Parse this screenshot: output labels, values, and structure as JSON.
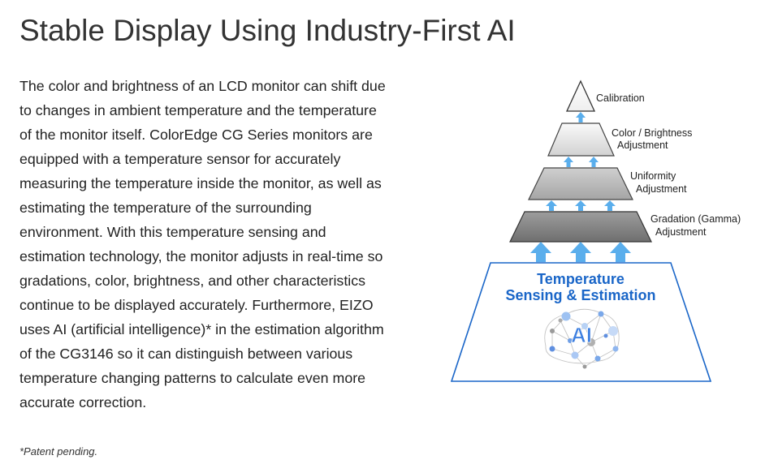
{
  "title": "Stable Display Using Industry-First AI",
  "body_lines": [
    "The color and brightness of an LCD monitor can shift due",
    "to changes in ambient temperature and the temperature",
    "of the monitor itself. ColorEdge CG Series monitors are",
    "equipped with a temperature sensor for accurately",
    "measuring the temperature inside the monitor, as well as",
    "estimating the temperature of the surrounding",
    "environment. With this temperature sensing and",
    "estimation technology, the monitor adjusts in real-time so",
    "gradations, color, brightness, and other characteristics",
    "continue to be displayed accurately. Furthermore, EIZO",
    "uses AI (artificial intelligence)* in the estimation algorithm",
    "of the CG3146 so it can distinguish between various",
    "temperature changing patterns to calculate even more",
    "accurate correction."
  ],
  "footnote": "*Patent pending.",
  "diagram": {
    "levels": [
      {
        "line1": "Calibration",
        "line2": ""
      },
      {
        "line1": "Color / Brightness",
        "line2": "Adjustment"
      },
      {
        "line1": "Uniformity",
        "line2": "Adjustment"
      },
      {
        "line1": "Gradation (Gamma)",
        "line2": "Adjustment"
      }
    ],
    "base_line1": "Temperature",
    "base_line2": "Sensing & Estimation",
    "ai_label": "AI",
    "colors": {
      "accent_blue": "#1a66c8",
      "arrow_blue": "#5aaeec",
      "ai_blue": "#3d7fe0"
    }
  }
}
